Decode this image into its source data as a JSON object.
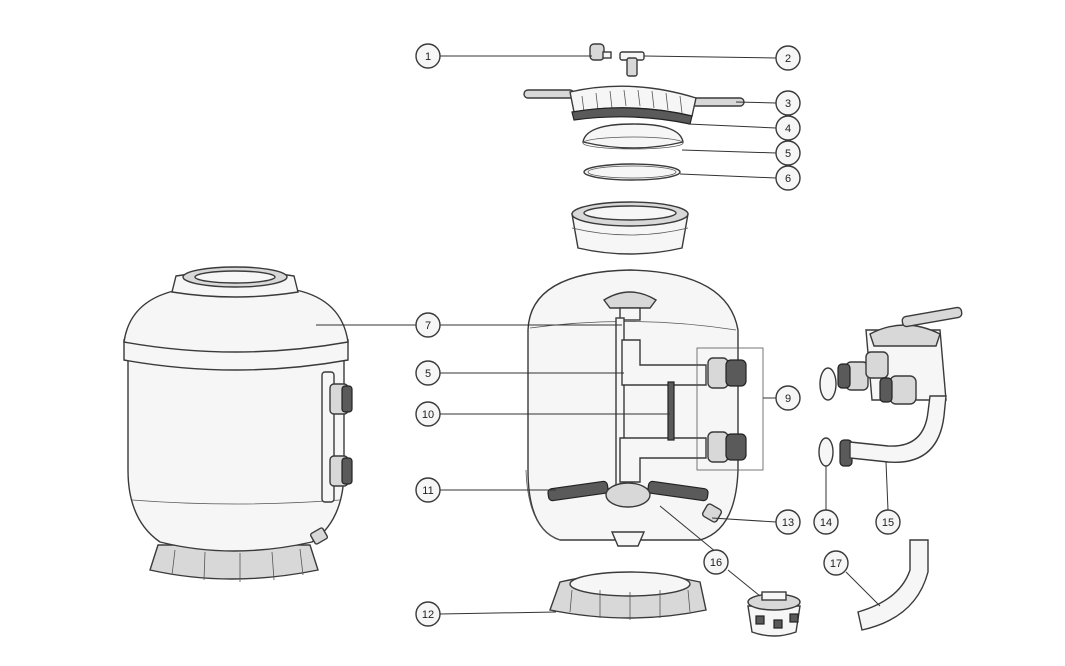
{
  "diagram": {
    "callouts": [
      {
        "id": "c1",
        "label": "1"
      },
      {
        "id": "c2",
        "label": "2"
      },
      {
        "id": "c3",
        "label": "3"
      },
      {
        "id": "c4",
        "label": "4"
      },
      {
        "id": "c5",
        "label": "5"
      },
      {
        "id": "c6",
        "label": "6"
      },
      {
        "id": "c7",
        "label": "7"
      },
      {
        "id": "c8",
        "label": "5"
      },
      {
        "id": "c9",
        "label": "9"
      },
      {
        "id": "c10",
        "label": "10"
      },
      {
        "id": "c11",
        "label": "11"
      },
      {
        "id": "c12",
        "label": "12"
      },
      {
        "id": "c13",
        "label": "13"
      },
      {
        "id": "c14",
        "label": "14"
      },
      {
        "id": "c15",
        "label": "15"
      },
      {
        "id": "c16",
        "label": "16"
      },
      {
        "id": "c17",
        "label": "17"
      }
    ]
  }
}
